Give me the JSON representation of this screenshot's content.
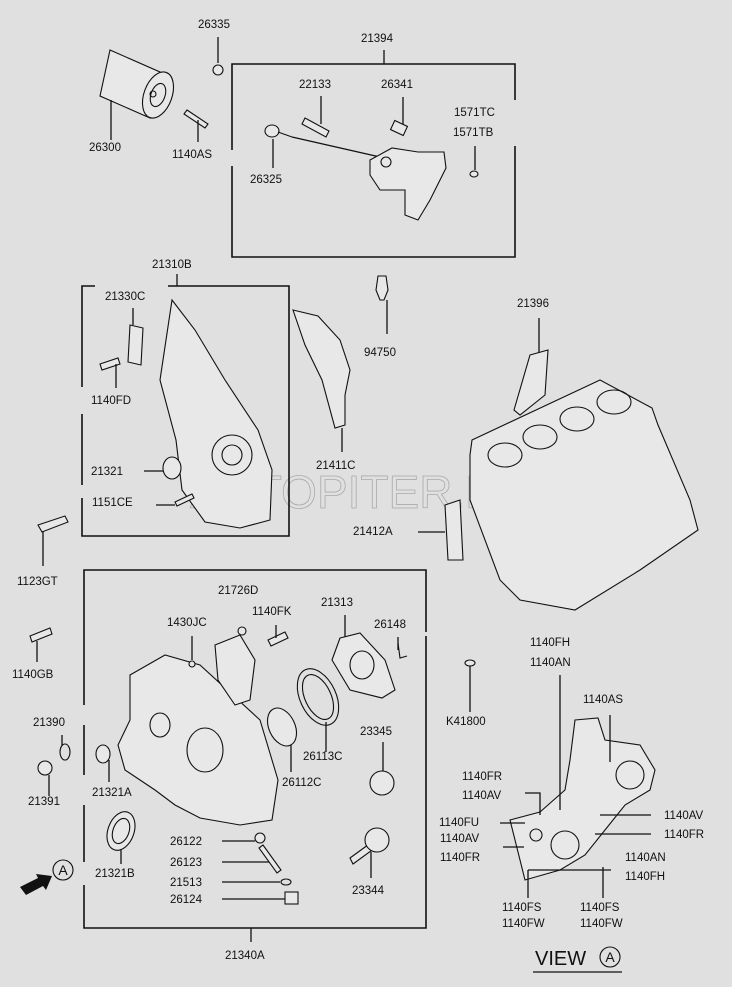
{
  "watermark": "AUTOPITER.RU",
  "view_label": "VIEW",
  "view_marker": "A",
  "arrow_marker": "A",
  "labels": {
    "p26335": "26335",
    "p21394": "21394",
    "p26300": "26300",
    "p22133": "22133",
    "p26341": "26341",
    "p1571TC": "1571TC",
    "p1571TB": "1571TB",
    "p1140AS_top": "1140AS",
    "p26325": "26325",
    "p21310B": "21310B",
    "p21330C": "21330C",
    "p1140FD": "1140FD",
    "p21321": "21321",
    "p1151CE": "1151CE",
    "p94750": "94750",
    "p21396": "21396",
    "p21411C": "21411C",
    "p21412A": "21412A",
    "p1123GT": "1123GT",
    "p21726D": "21726D",
    "p1430JC": "1430JC",
    "p1140FK": "1140FK",
    "p21313": "21313",
    "p26148": "26148",
    "p1140GB": "1140GB",
    "p21390": "21390",
    "p21391": "21391",
    "p21321A": "21321A",
    "p26113C": "26113C",
    "p26112C": "26112C",
    "p23345": "23345",
    "p21321B": "21321B",
    "p26122": "26122",
    "p26123": "26123",
    "p21513": "21513",
    "p26124": "26124",
    "p23344": "23344",
    "p21340A": "21340A",
    "p1140FH_top": "1140FH",
    "p1140AN_top": "1140AN",
    "pK41800": "K41800",
    "p1140AS_view": "1140AS",
    "p1140FR_a": "1140FR",
    "p1140AV_a": "1140AV",
    "p1140FU": "1140FU",
    "p1140AV_b": "1140AV",
    "p1140FR_b": "1140FR",
    "p1140AV_r": "1140AV",
    "p1140FR_r": "1140FR",
    "p1140AN_r": "1140AN",
    "p1140FH_r": "1140FH",
    "p1140FS_l": "1140FS",
    "p1140FW_l": "1140FW",
    "p1140FS_r": "1140FS",
    "p1140FW_r": "1140FW"
  }
}
